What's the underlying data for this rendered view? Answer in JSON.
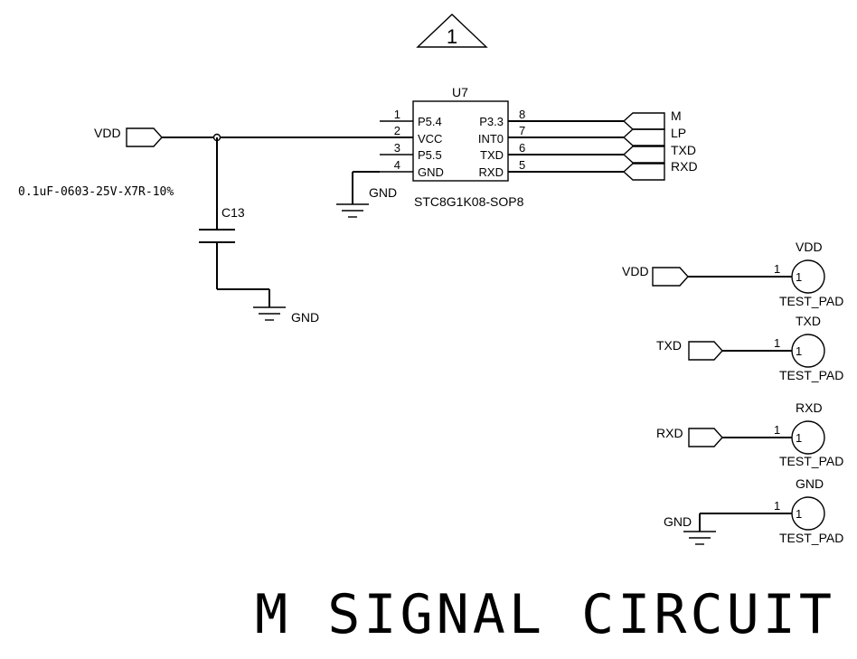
{
  "revision": "1",
  "ic": {
    "ref": "U7",
    "part": "STC8G1K08-SOP8",
    "left_pins": [
      {
        "num": "1",
        "name": "P5.4"
      },
      {
        "num": "2",
        "name": "VCC"
      },
      {
        "num": "3",
        "name": "P5.5"
      },
      {
        "num": "4",
        "name": "GND"
      }
    ],
    "right_pins": [
      {
        "num": "8",
        "name": "P3.3"
      },
      {
        "num": "7",
        "name": "INT0"
      },
      {
        "num": "6",
        "name": "TXD"
      },
      {
        "num": "5",
        "name": "RXD"
      }
    ]
  },
  "right_ports": [
    "M",
    "LP",
    "TXD",
    "RXD"
  ],
  "power": {
    "vdd_port": "VDD",
    "ic_gnd": "GND"
  },
  "capacitor": {
    "ref": "C13",
    "value": "0.1uF-0603-25V-X7R-10%",
    "gnd": "GND"
  },
  "test_pads": [
    {
      "net": "VDD",
      "top": "VDD",
      "pin": "1",
      "body": "1",
      "label": "TEST_PAD"
    },
    {
      "net": "TXD",
      "top": "TXD",
      "pin": "1",
      "body": "1",
      "label": "TEST_PAD"
    },
    {
      "net": "RXD",
      "top": "RXD",
      "pin": "1",
      "body": "1",
      "label": "TEST_PAD"
    },
    {
      "net": "GND",
      "top": "GND",
      "pin": "1",
      "body": "1",
      "label": "TEST_PAD"
    }
  ],
  "title": "M SIGNAL CIRCUIT"
}
